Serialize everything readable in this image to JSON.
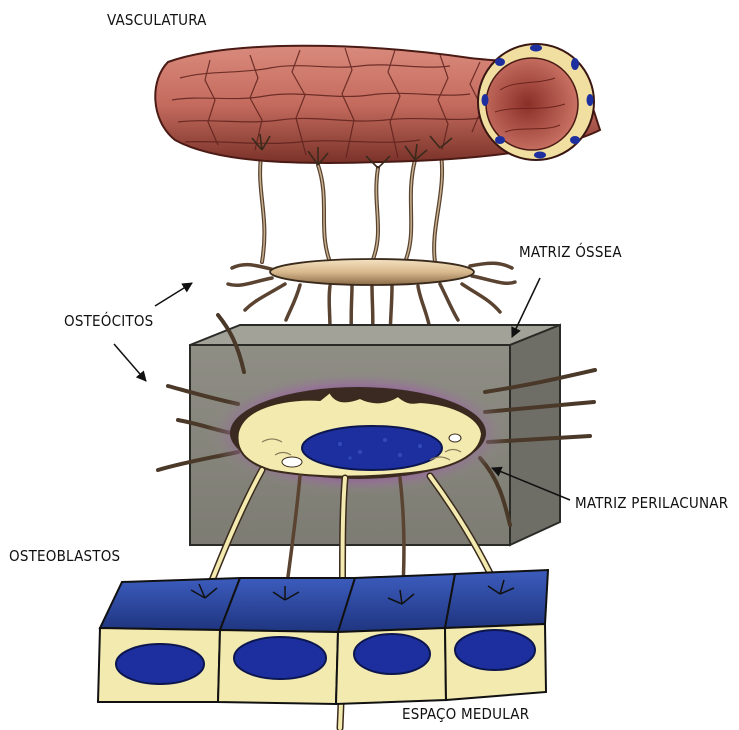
{
  "labels": {
    "vasculature": "VASCULATURA",
    "bone_matrix": "MATRIZ ÓSSEA",
    "osteocytes": "OSTEÓCITOS",
    "perilacunar_matrix": "MATRIZ PERILACUNAR",
    "osteoblasts": "OSTEOBLASTOS",
    "marrow_space": "ESPAÇO MEDULAR"
  },
  "colors": {
    "vessel": "#c46b5e",
    "vessel_dark": "#6e2a24",
    "osteocyte_body": "#d9b98e",
    "bone_block": "#8b8a80",
    "perilacunar_halo": "#7b3f86",
    "cytoplasm": "#f3eab0",
    "nucleus": "#1d2f9e",
    "osteoblast_top": "#2f4ea8"
  }
}
